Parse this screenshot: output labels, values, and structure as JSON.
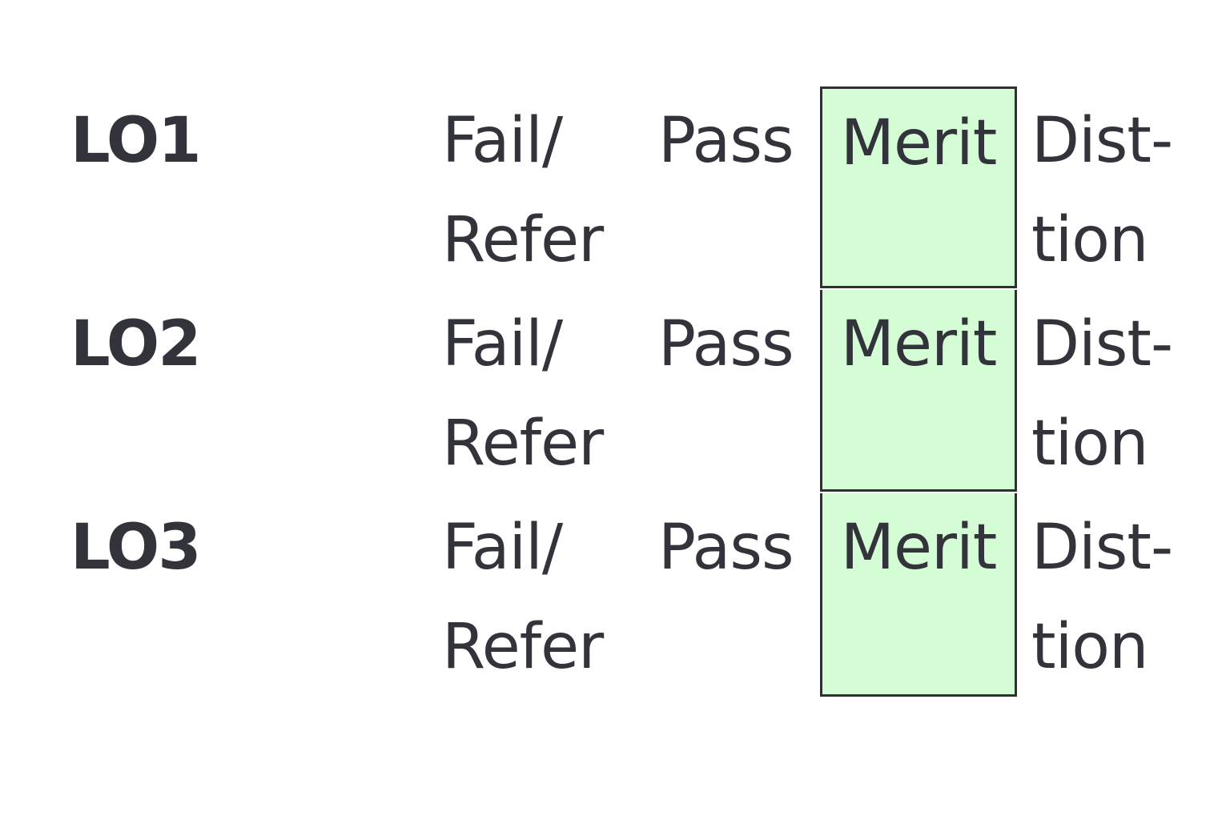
{
  "rows": [
    {
      "outcome": "LO1",
      "fail": "Fail/\nRefer",
      "pass": "Pass",
      "merit": "Merit",
      "distinction": "Dist-\ntion",
      "selected": "merit"
    },
    {
      "outcome": "LO2",
      "fail": "Fail/\nRefer",
      "pass": "Pass",
      "merit": "Merit",
      "distinction": "Dist-\ntion",
      "selected": "merit"
    },
    {
      "outcome": "LO3",
      "fail": "Fail/\nRefer",
      "pass": "Pass",
      "merit": "Merit",
      "distinction": "Dist-\ntion",
      "selected": "merit"
    }
  ],
  "colors": {
    "text": "#33343b",
    "selected_fill": "#d5fdd5",
    "selected_border": "#2f3030"
  }
}
